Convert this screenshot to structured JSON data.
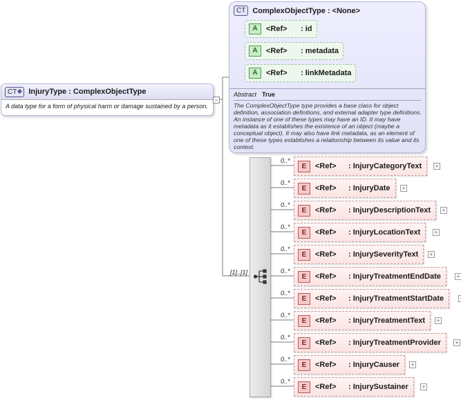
{
  "root": {
    "badge": "CT",
    "title": "InjuryType : ComplexObjectType",
    "description": "A data type for a form of physical harm or damage sustained by a person."
  },
  "base": {
    "badge": "CT",
    "title": "ComplexObjectType : <None>",
    "attributes": [
      {
        "badge": "A",
        "ref": "<Ref>",
        "name": ": id"
      },
      {
        "badge": "A",
        "ref": "<Ref>",
        "name": ": metadata"
      },
      {
        "badge": "A",
        "ref": "<Ref>",
        "name": ": linkMetadata"
      }
    ],
    "abstract_label": "Abstract",
    "abstract_value": "True",
    "description": "The ComplexObjectType type provides a base class for object definition, association definitions, and external adapter type definitions. An instance of one of these types may have an ID. It may have metadata as it establishes the existence of an object (maybe a conceptual object). It may also have link metadata, as an element of one of these types establishes a relationship between its value and its context."
  },
  "sequence": {
    "cardinality": "[1]..[1]"
  },
  "elements": [
    {
      "badge": "E",
      "card": "0..*",
      "ref": "<Ref>",
      "name": ": InjuryCategoryText"
    },
    {
      "badge": "E",
      "card": "0..*",
      "ref": "<Ref>",
      "name": ": InjuryDate"
    },
    {
      "badge": "E",
      "card": "0..*",
      "ref": "<Ref>",
      "name": ": InjuryDescriptionText"
    },
    {
      "badge": "E",
      "card": "0..*",
      "ref": "<Ref>",
      "name": ": InjuryLocationText"
    },
    {
      "badge": "E",
      "card": "0..*",
      "ref": "<Ref>",
      "name": ": InjurySeverityText"
    },
    {
      "badge": "E",
      "card": "0..*",
      "ref": "<Ref>",
      "name": ": InjuryTreatmentEndDate"
    },
    {
      "badge": "E",
      "card": "0..*",
      "ref": "<Ref>",
      "name": ": InjuryTreatmentStartDate"
    },
    {
      "badge": "E",
      "card": "0..*",
      "ref": "<Ref>",
      "name": ": InjuryTreatmentText"
    },
    {
      "badge": "E",
      "card": "0..*",
      "ref": "<Ref>",
      "name": ": InjuryTreatmentProvider"
    },
    {
      "badge": "E",
      "card": "0..*",
      "ref": "<Ref>",
      "name": ": InjuryCauser"
    },
    {
      "badge": "E",
      "card": "0..*",
      "ref": "<Ref>",
      "name": ": InjurySustainer"
    }
  ]
}
